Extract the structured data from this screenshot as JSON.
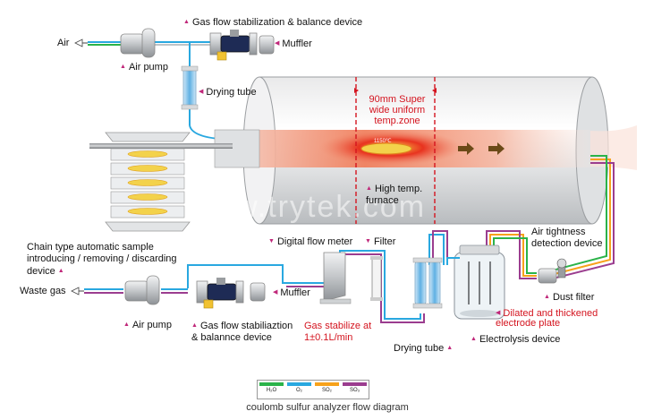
{
  "labels": {
    "air": "Air",
    "gas_flow_top": "Gas flow stabilization & balance device",
    "muffler_top": "Muffler",
    "air_pump_top": "Air pump",
    "drying_tube_top": "Drying tube",
    "zone_text": "90mm Super wide uniform temp.zone",
    "temp_reading": "1150℃",
    "high_temp_furnace": "High temp. furnace",
    "chain_type": "Chain type automatic sample introducing / removing / discarding device",
    "digital_flow_meter": "Digital flow meter",
    "filter": "Filter",
    "air_tightness": "Air tightness detection device",
    "waste_gas": "Waste gas",
    "muffler_bottom": "Muffler",
    "dust_filter": "Dust filter",
    "dilated_electrode": "Dilated and thickened electrode plate",
    "air_pump_bottom": "Air pump",
    "gas_flow_bottom": "Gas flow stabiliaztion & balannce device",
    "gas_stabilize": "Gas stabilize at 1±0.1L/min",
    "drying_tube_bottom": "Drying tube",
    "electrolysis": "Electrolysis device"
  },
  "legend": [
    {
      "label": "H₂O",
      "color": "#2bb34a"
    },
    {
      "label": "O₂",
      "color": "#29a8e0"
    },
    {
      "label": "SO₂",
      "color": "#f7a21b"
    },
    {
      "label": "SO₃",
      "color": "#9b3d8f"
    }
  ],
  "caption": "coulomb sulfur analyzer flow diagram",
  "watermark": "www.trytek.com",
  "colors": {
    "accent_red": "#d4141f",
    "marker": "#c0287a",
    "pipe_blue": "#29a8e0",
    "pipe_green": "#2bb34a",
    "pipe_orange": "#f7a21b",
    "pipe_purple": "#9b3d8f",
    "pipe_gray": "#bfc4c7"
  }
}
